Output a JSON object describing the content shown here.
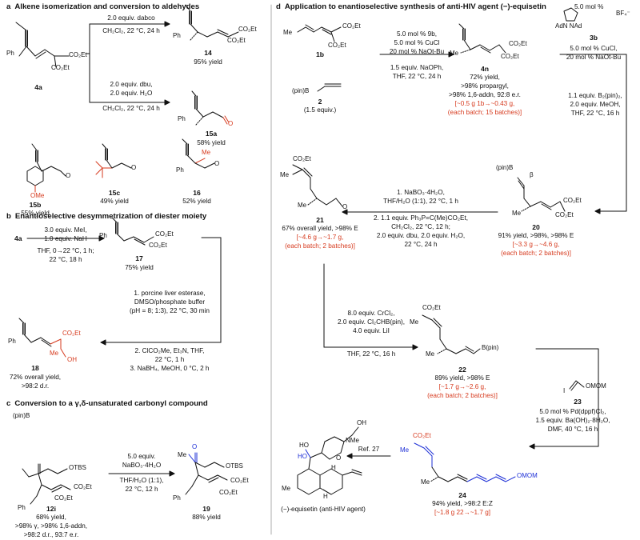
{
  "panel_a": {
    "letter": "a",
    "heading": "Alkene isomerization and conversion to aldehydes",
    "substrate": "4a",
    "sub_ph": "Ph",
    "sub_e1": "CO₂Et",
    "sub_e2": "CO₂Et",
    "r1_cond1": "2.0 equiv. dabco",
    "r1_cond2": "CH₂Cl₂, 22 °C, 24 h",
    "p14_label": "14",
    "p14_yield": "95% yield",
    "r2_cond1": "2.0 equiv. dbu,",
    "r2_cond2": "2.0 equiv. H₂O",
    "r2_cond3": "CH₂Cl₂, 22 °C, 24 h",
    "p15a_label": "15a",
    "p15a_yield": "58% yield",
    "p15b_label": "15b",
    "p15b_yield": "55% yield",
    "p15b_sub": "OMe",
    "p15c_label": "15c",
    "p15c_yield": "49% yield",
    "p16_label": "16",
    "p16_yield": "52% yield",
    "p16_me": "Me",
    "ph": "Ph",
    "aldehyde_o": "O"
  },
  "panel_b": {
    "letter": "b",
    "heading": "Enantioselective desymmetrization of diester moiety",
    "substrate": "4a",
    "cond1": "3.0 equiv. MeI,",
    "cond2": "1.0 equiv. NaH",
    "cond3": "THF, 0→22 °C, 1 h;",
    "cond4": "22 °C, 18 h",
    "p17_label": "17",
    "p17_yield": "75% yield",
    "step1a": "1. porcine liver esterase,",
    "step1b": "DMSO/phosphate buffer",
    "step1c": "(pH = 8; 1:3), 22 °C, 30 min",
    "step2a": "2. ClCO₂Me, Et₃N, THF,",
    "step2b": "22 °C, 1 h",
    "step3": "3. NaBH₄, MeOH, 0 °C, 2 h",
    "p18_label": "18",
    "p18_yield1": "72% overall yield,",
    "p18_yield2": ">98:2 d.r.",
    "p18_me": "Me",
    "p18_oh": "OH",
    "p18_ester": "CO₂Et"
  },
  "panel_c": {
    "letter": "c",
    "heading": "Conversion to a γ,δ-unsaturated carbonyl compound",
    "s_bpin": "(pin)B",
    "s_otbs": "OTBS",
    "s_label": "12i",
    "s_yield1": "68% yield,",
    "s_yield2": ">98% γ, >98% 1,6-addn,",
    "s_yield3": ">98:2 d.r., 93:7 e.r.",
    "cond1": "5.0 equiv.",
    "cond2": "NaBO₃·4H₂O",
    "cond3": "THF/H₂O (1:1),",
    "cond4": "22 °C, 12 h",
    "p19_label": "19",
    "p19_yield": "88% yield",
    "p19_me": "Me",
    "p19_o": "O",
    "ph": "Ph",
    "e1": "CO₂Et",
    "e2": "CO₂Et"
  },
  "panel_d": {
    "letter": "d",
    "heading": "Application to enantioselective synthesis of anti-HIV agent (−)-equisetin",
    "c1b_label": "1b",
    "c1b_me": "Me",
    "c2_label": "2",
    "c2_equiv": "(1.5 equiv.)",
    "c2_bpin": "(pin)B",
    "r1_cond1": "5.0 mol % 9b,",
    "r1_cond2": "5.0 mol % CuCl",
    "r1_cond3": "20 mol % NaOt-Bu",
    "r1_cond4": "1.5 equiv. NaOPh,",
    "r1_cond5": "THF, 22 °C, 24 h",
    "c4n_label": "4n",
    "c4n_y1": "72% yield,",
    "c4n_y2": ">98% propargyl,",
    "c4n_y3": ">98% 1,6-addn, 92:8 e.r.",
    "c4n_red1": "[~0.5 g 1b→~0.43 g,",
    "c4n_red2": "(each batch; 15 batches)]",
    "cat_label": "3b",
    "cat_mol": "5.0 mol %",
    "cat_bf4": "BF₄⁻",
    "cat_ad": "AdN   NAd",
    "r2_cond1": "5.0 mol % CuCl,",
    "r2_cond2": "20 mol % NaOt-Bu",
    "r2_cond3": "1.1 equiv. B₂(pin)₂,",
    "r2_cond4": "2.0 equiv. MeOH,",
    "r2_cond5": "THF, 22 °C, 16 h",
    "c20_label": "20",
    "c20_y": "91% yield, >98%, >98% E",
    "c20_red1": "[~3.3 g→~4.6 g,",
    "c20_red2": "(each batch; 2 batches)]",
    "c20_bpin": "(pin)B",
    "c20_beta": "β",
    "r3_cond1": "1. NaBO₃·4H₂O,",
    "r3_cond2": "THF/H₂O (1:1), 22 °C, 1 h",
    "r3_cond3": "2. 1.1 equiv. Ph₃P=C(Me)CO₂Et,",
    "r3_cond4": "CH₂Cl₂, 22 °C, 12 h;",
    "r3_cond5": "2.0 equiv. dbu, 2.0 equiv. H₂O,",
    "r3_cond6": "22 °C, 24 h",
    "c21_label": "21",
    "c21_y": "67% overall yield, >98% E",
    "c21_red1": "[~4.6 g→~1.7 g,",
    "c21_red2": "(each batch; 2 batches)]",
    "c21_ester": "CO₂Et",
    "c21_me": "Me",
    "r4_cond1": "8.0 equiv. CrCl₂,",
    "r4_cond2": "2.0 equiv. Cl₂CHB(pin),",
    "r4_cond3": "4.0 equiv. LiI",
    "r4_cond4": "THF, 22 °C, 16 h",
    "c22_label": "22",
    "c22_y": "89% yield, >98% E",
    "c22_red1": "[~1.7 g→~2.6 g,",
    "c22_red2": "(each batch; 2 batches)]",
    "c22_ester": "CO₂Et",
    "c22_me": "Me",
    "c22_bpin": "B(pin)",
    "c23_label": "23",
    "c23_i": "I",
    "c23_omom": "OMOM",
    "r5_cond1": "5.0 mol % Pd(dppf)Cl₂,",
    "r5_cond2": "1.5 equiv. Ba(OH)₂·8H₂O,",
    "r5_cond3": "DMF, 40 °C, 16 h",
    "c24_label": "24",
    "c24_y": "94% yield, >98:2 E:Z",
    "c24_red": "[~1.8 g 22→~1.7 g]",
    "c24_ester": "CO₂Et",
    "c24_me": "Me",
    "c24_omom": "OMOM",
    "ref": "Ref. 27",
    "equisetin_name": "(−)-equisetin (anti-HIV agent)",
    "eq_oh": "OH",
    "eq_nme": "NMe",
    "eq_ho": "HO",
    "eq_h": "H",
    "eq_o": "O",
    "eq_me": "Me",
    "me": "Me",
    "e1": "CO₂Et",
    "e2": "CO₂Et"
  },
  "colors": {
    "red": "#d63a1e",
    "blue": "#1d2fd6",
    "ink": "#111111"
  }
}
